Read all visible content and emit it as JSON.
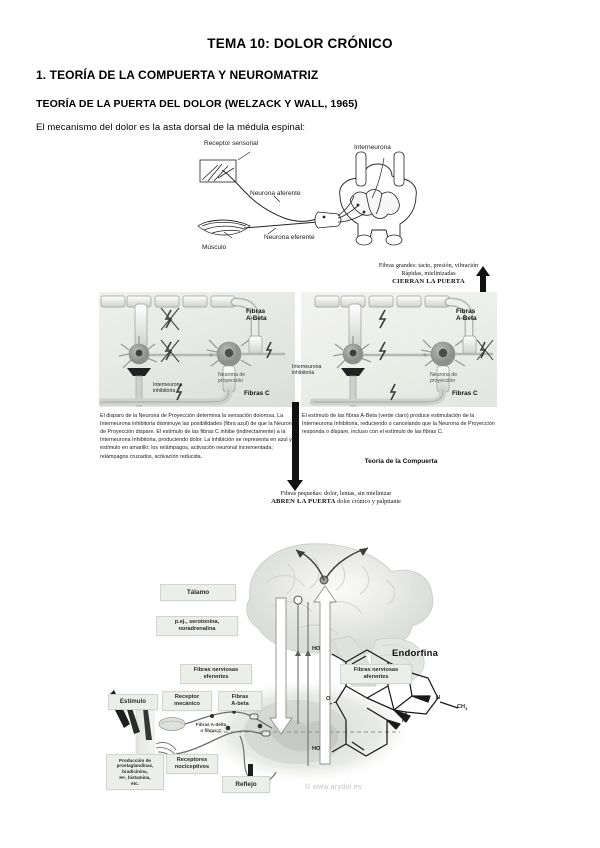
{
  "document": {
    "title": "TEMA 10: DOLOR CRÓNICO",
    "section_heading": "1. TEORÍA DE LA COMPUERTA Y NEUROMATRIZ",
    "sub_heading": "TEORÍA DE LA PUERTA DEL DOLOR (WELZACK Y WALL, 1965)",
    "paragraph": "El mecanismo del dolor es la asta dorsal de la médula espinal:"
  },
  "figure_reflex_arc": {
    "name": "reflex-arc-diagram",
    "labels": {
      "sensory_receptor": "Receptor sensorial",
      "afferent_neuron": "Neurona aferente",
      "interneuron": "Interneurona",
      "efferent_neuron": "Neurona eferente",
      "muscle": "Músculo"
    }
  },
  "figure_gate_control": {
    "name": "gate-control-theory-diagram",
    "top_note_line1": "Fibras grandes: tacto, presión, vibración",
    "top_note_line2": "Rápidas, mielinizadas",
    "top_note_bold": "CIERRAN LA PUERTA",
    "bottom_note_line1": "Fibras pequeñas: dolor, lentas, sin mielinizar",
    "bottom_note_bold": "ABREN LA PUERTA",
    "bottom_note_tail": "dolor crónico y palpitante",
    "title": "Teoría de la Compuerta",
    "panel_left": {
      "fiber_abeta": "Fibras\nA-Beta",
      "fiber_c": "Fibras C",
      "inhibitory_interneuron": "Interneurona\ninhibitoria",
      "projection_neuron": "Neurona de\nproyección",
      "caption": "El disparo de la Neurona de Proyección determina la sensación dolorosa. La Interneurona inhibitoria disminuye las posibilidades (fibra azul) de que la Neurona de Proyección dispare. El estímulo de las fibras C inhibe (indirectamente) a la Interneurona Inhibitoria, produciendo dolor. La inhibición se representa en azul y el estímulo en amarillo; los relámpagos, activación neuronal incrementada; relámpagos cruzados, activación reducida."
    },
    "panel_right": {
      "fiber_abeta": "Fibras\nA-Beta",
      "fiber_c": "Fibras C",
      "inhibitory_interneuron": "Interneurona\ninhibitoria",
      "projection_neuron": "Neurona de\nproyección",
      "caption": "El estímulo de las fibras A-Beta (verde claro) produce estimulación de la Interneurona Inhibitoria, reduciendo o cancelando que la Neurona de Proyección responda o dispare, incluso con el estímulo de las fibras C."
    }
  },
  "figure_pain_pathway": {
    "name": "pain-pathway-endorphin-diagram",
    "labels": {
      "thalamus": "Tálamo",
      "neurotransmitters": "p.ej., serotonina,\nnoradrenalina",
      "efferent_fibers": "Fibras nerviosas\neferentes",
      "afferent_fibers": "Fibras nerviosas\naferentes",
      "stimulus": "Estímulo",
      "mechanical_receptor": "Receptor\nmecánico",
      "fiber_abeta": "Fibras\nA-beta",
      "fiber_adelta_c": "Fibras A-delta\no fibras C",
      "prostaglandins": "Producción de\nprostaglandinas,\nbradicinina,\nH+, histamina,\netc.",
      "nociceptive_receptors": "Receptores\nnociceptivos",
      "reflex": "Reflejo",
      "endorphin": "Endorfina"
    },
    "chemical_structure": {
      "hydroxyl_top": "HO",
      "hydroxyl_bottom": "HO",
      "oxygen": "O",
      "nitrogen": "N",
      "methyl": "CH",
      "methyl_sub": "3",
      "hydrogen": "H"
    },
    "watermark": "© www.arydol.es"
  },
  "colors": {
    "page_background": "#ffffff",
    "text": "#000000",
    "panel_background": "#e9ebe6",
    "label_box": "#eceee9",
    "watermark": "#c2c2c2"
  }
}
